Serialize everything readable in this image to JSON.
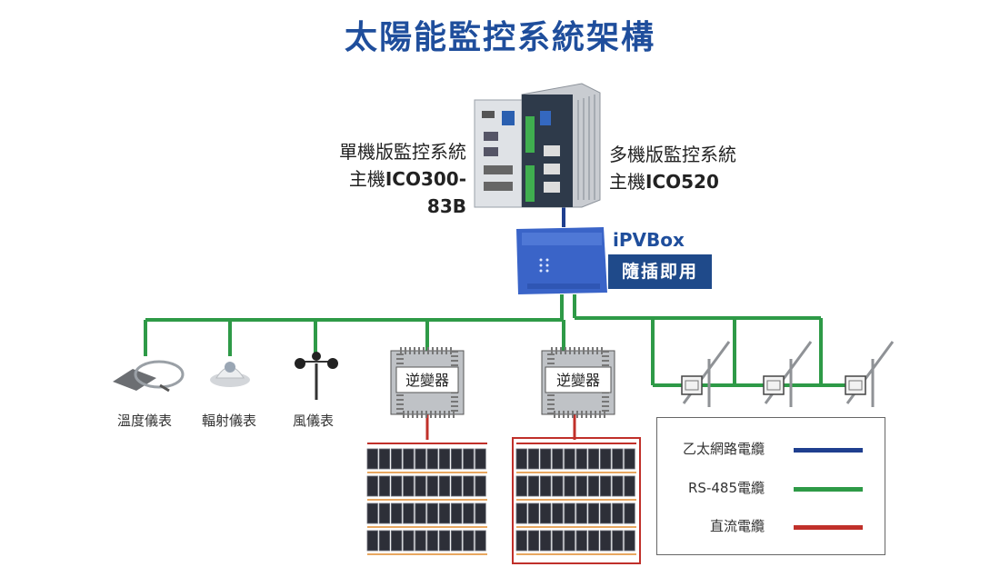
{
  "title": "太陽能監控系統架構",
  "colors": {
    "title": "#1f4e9c",
    "ethernet": "#1f3f8f",
    "rs485": "#2e9a47",
    "dc": "#c0302a",
    "ipvbox": "#3a64c8",
    "plug_bg": "#1f4a8a"
  },
  "single_host": {
    "line1": "單機版監控系統",
    "line2_prefix": "主機",
    "model": "ICO300-83B"
  },
  "multi_host": {
    "line1": "多機版監控系統",
    "line2_prefix": "主機",
    "model": "ICO520"
  },
  "ipvbox": {
    "name": "iPVBox",
    "tagline": "隨插即用"
  },
  "sensors": [
    {
      "label": "溫度儀表",
      "icon": "temperature-sensor-icon"
    },
    {
      "label": "輻射儀表",
      "icon": "pyranometer-icon"
    },
    {
      "label": "風儀表",
      "icon": "anemometer-icon"
    }
  ],
  "inverters": [
    {
      "label": "逆變器"
    },
    {
      "label": "逆變器"
    }
  ],
  "legend": [
    {
      "label": "乙太網路電纜",
      "color": "#1f3f8f"
    },
    {
      "label": "RS-485電纜",
      "color": "#2e9a47"
    },
    {
      "label": "直流電纜",
      "color": "#c0302a"
    }
  ]
}
